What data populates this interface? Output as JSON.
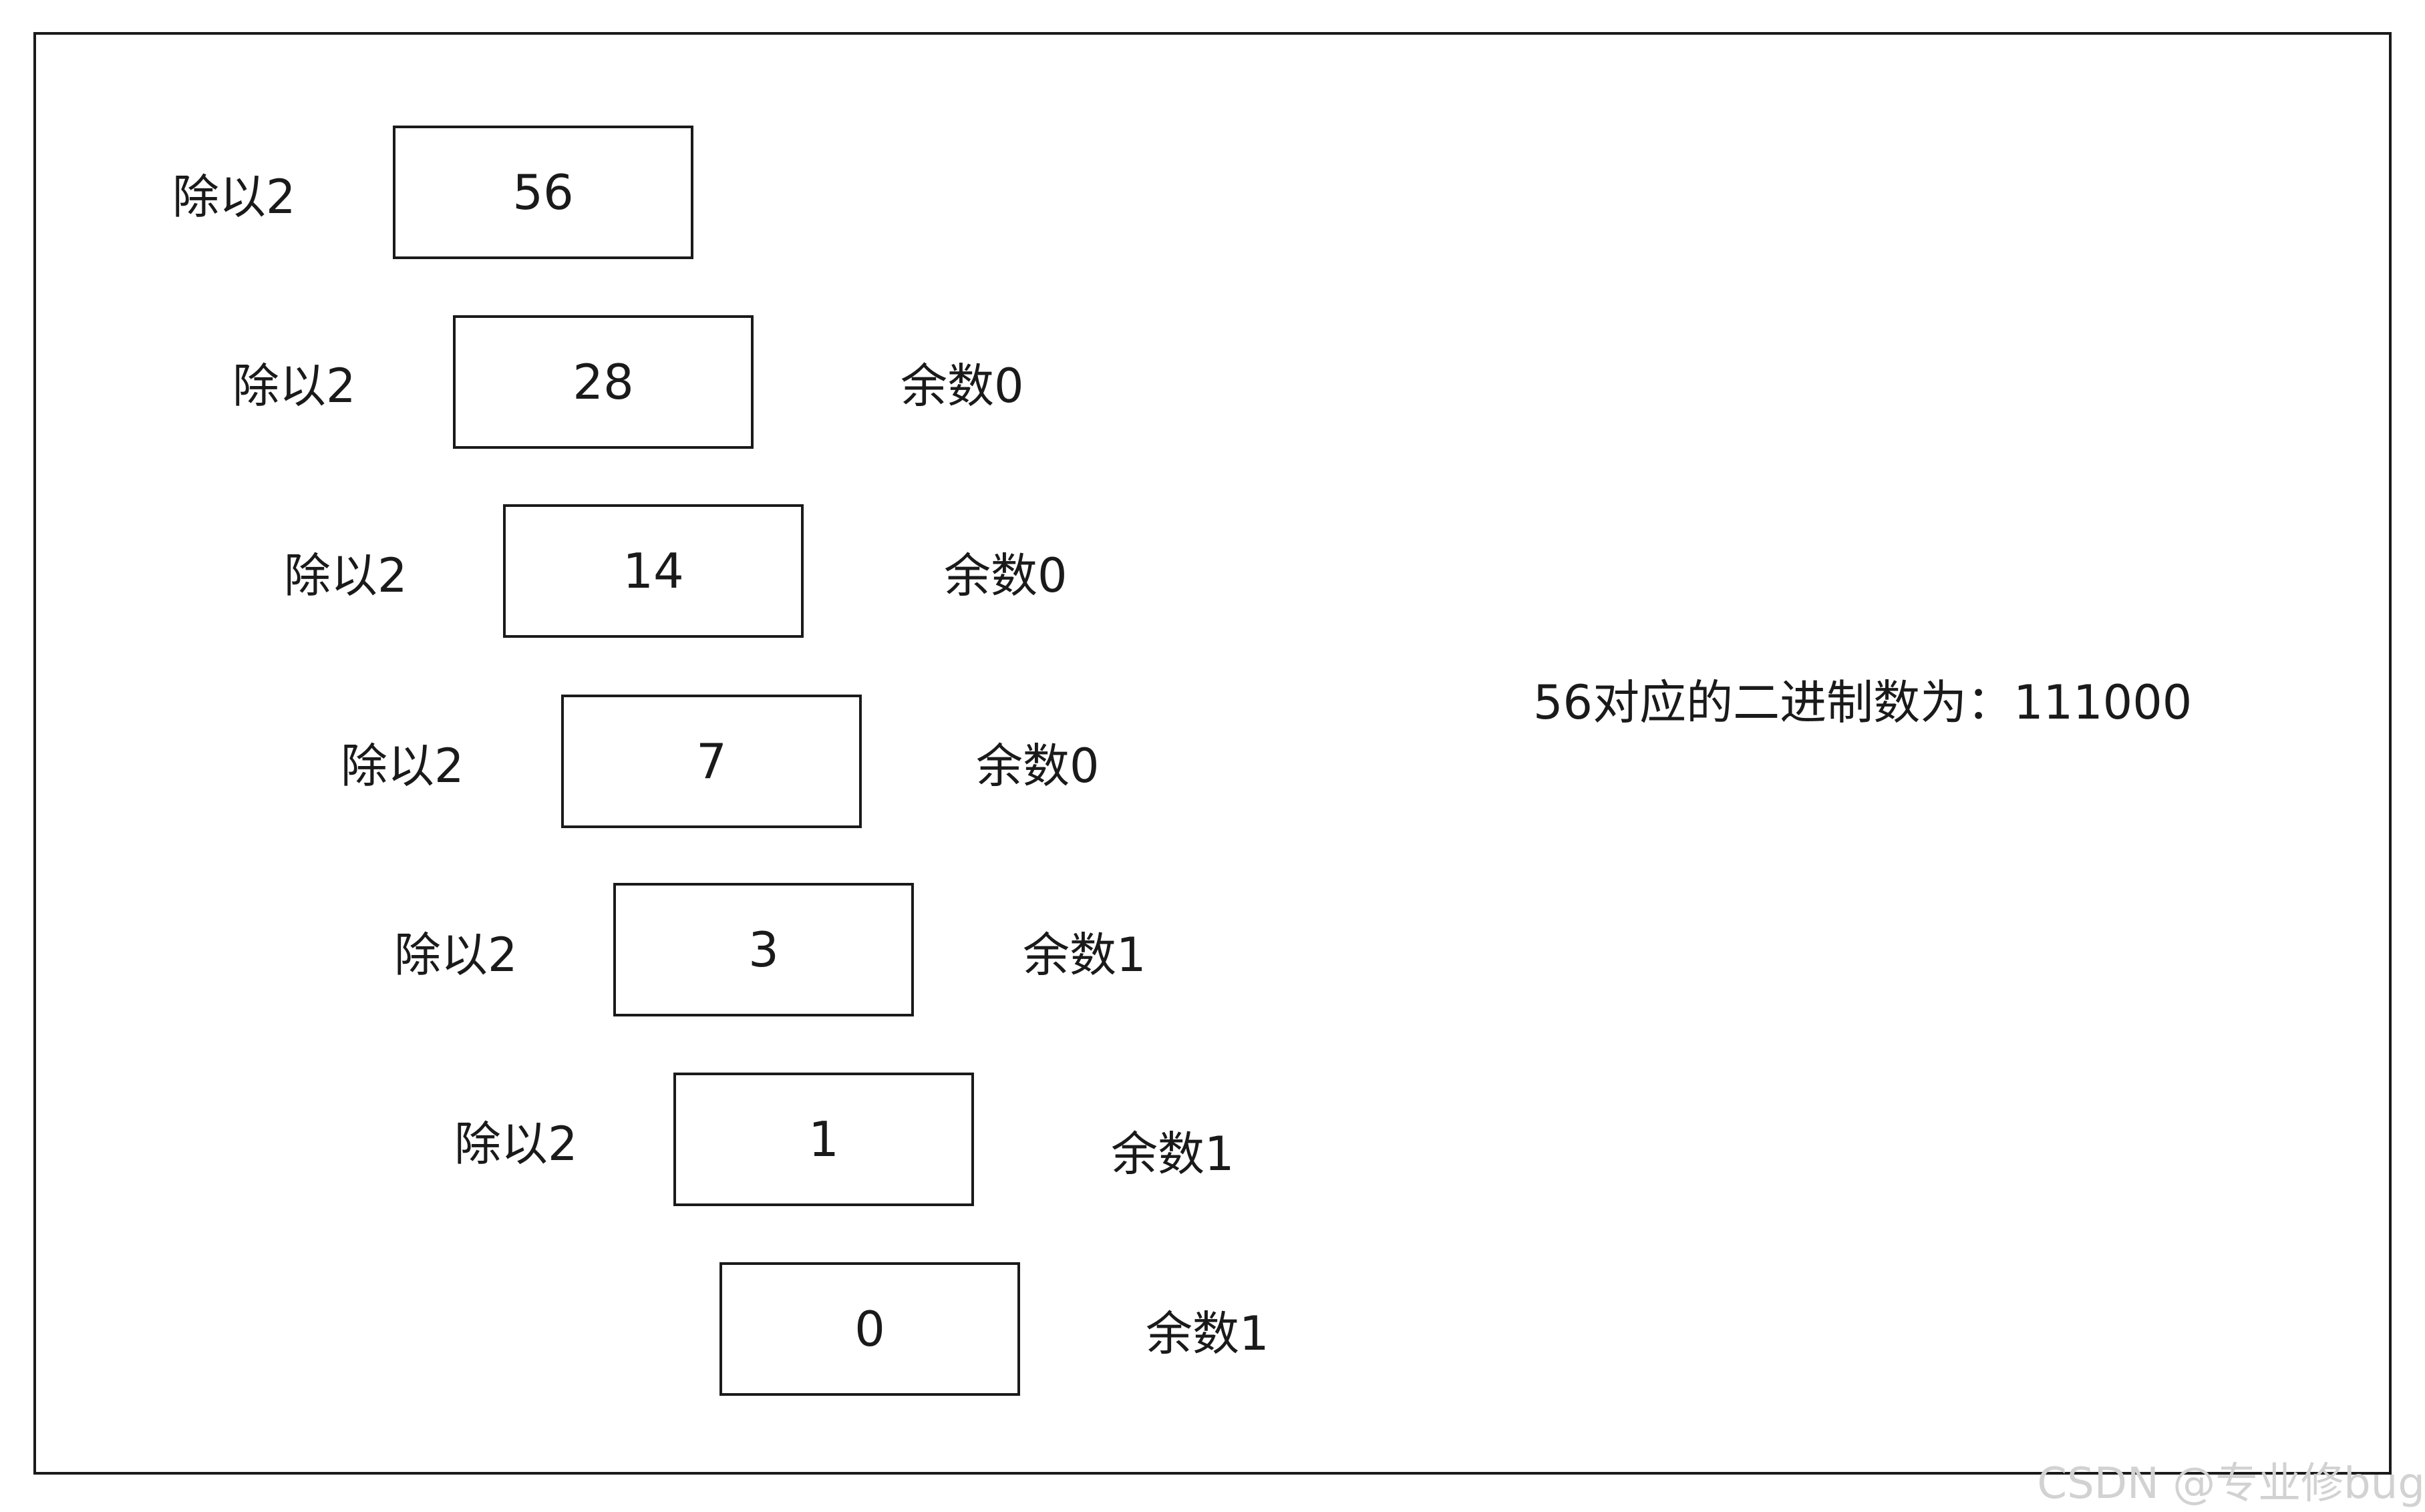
{
  "steps": [
    {
      "value": "56",
      "divide_label": "除以2",
      "remainder_label": ""
    },
    {
      "value": "28",
      "divide_label": "除以2",
      "remainder_label": "余数0"
    },
    {
      "value": "14",
      "divide_label": "除以2",
      "remainder_label": "余数0"
    },
    {
      "value": "7",
      "divide_label": "除以2",
      "remainder_label": "余数0"
    },
    {
      "value": "3",
      "divide_label": "除以2",
      "remainder_label": "余数1"
    },
    {
      "value": "1",
      "divide_label": "除以2",
      "remainder_label": "余数1"
    },
    {
      "value": "0",
      "divide_label": "",
      "remainder_label": "余数1"
    }
  ],
  "result_text": "56对应的二进制数为：111000",
  "watermark": "CSDN @专业修bug"
}
